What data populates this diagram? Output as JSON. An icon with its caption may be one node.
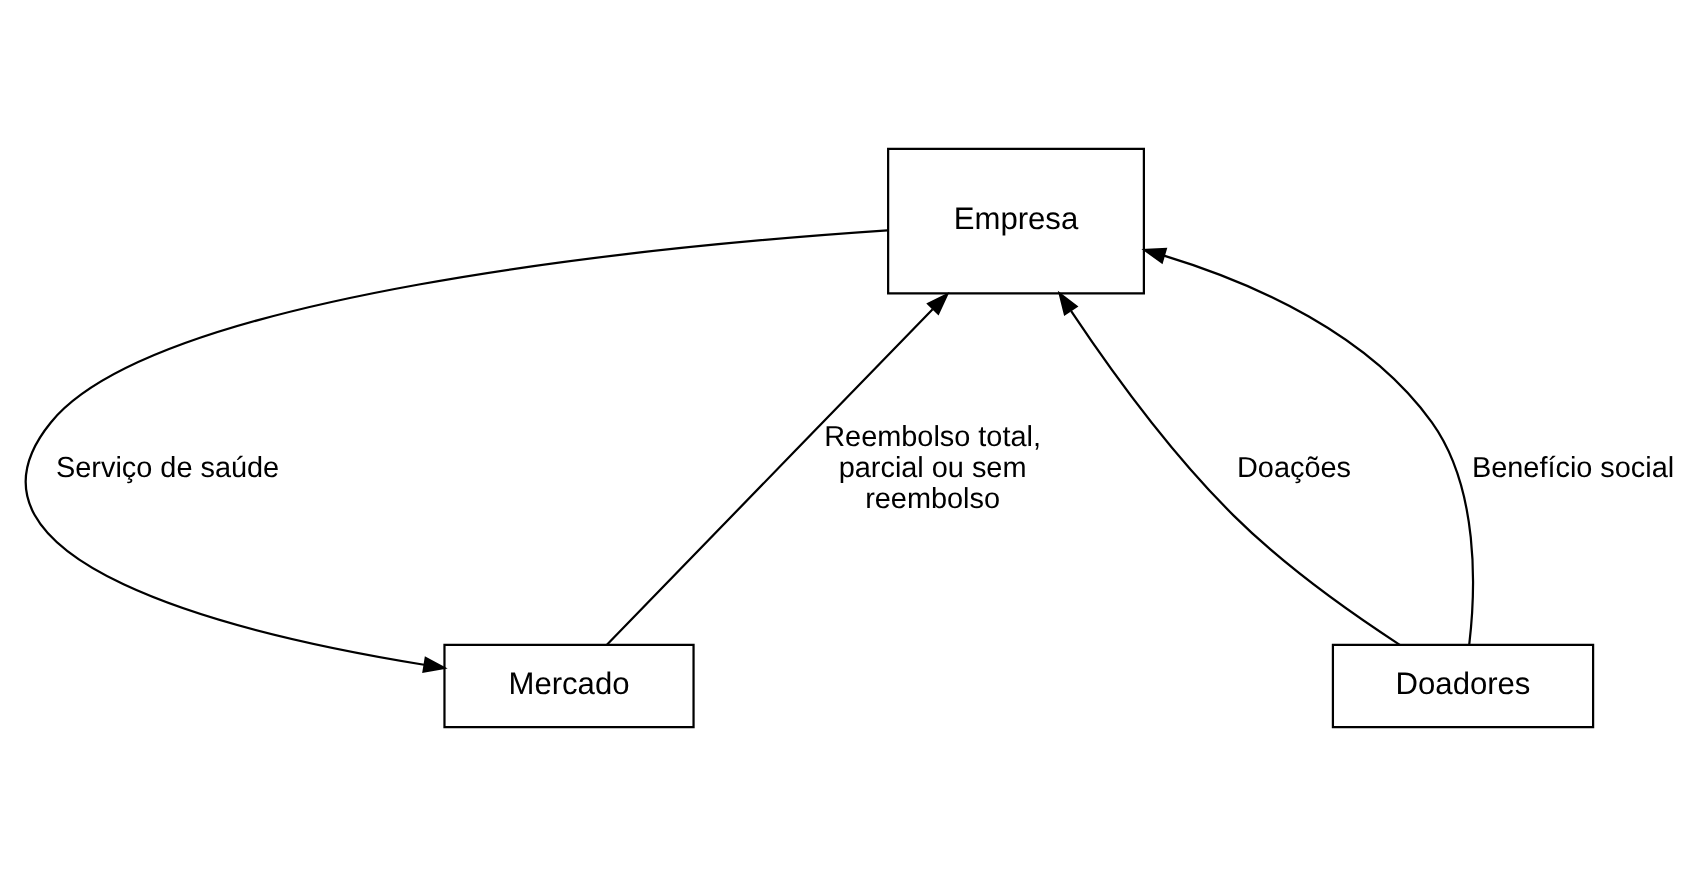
{
  "diagram": {
    "nodes": [
      {
        "text": [
          "Empresa"
        ]
      },
      {
        "text": [
          "Doadores"
        ]
      },
      {
        "text": [
          "Mercado"
        ]
      }
    ],
    "edges": [
      {
        "from": 1,
        "to": 0,
        "arrow": "to",
        "label": "Doações"
      },
      {
        "from": 0,
        "to": 2,
        "arrow": "to",
        "label": "Serviço de saúde"
      },
      {
        "from": 1,
        "to": 0,
        "arrow": "to",
        "label": "Benefício social"
      },
      {
        "from": 2,
        "to": 0,
        "arrow": "to",
        "label": "Reembolso total, parcial ou sem reembolso"
      }
    ]
  }
}
